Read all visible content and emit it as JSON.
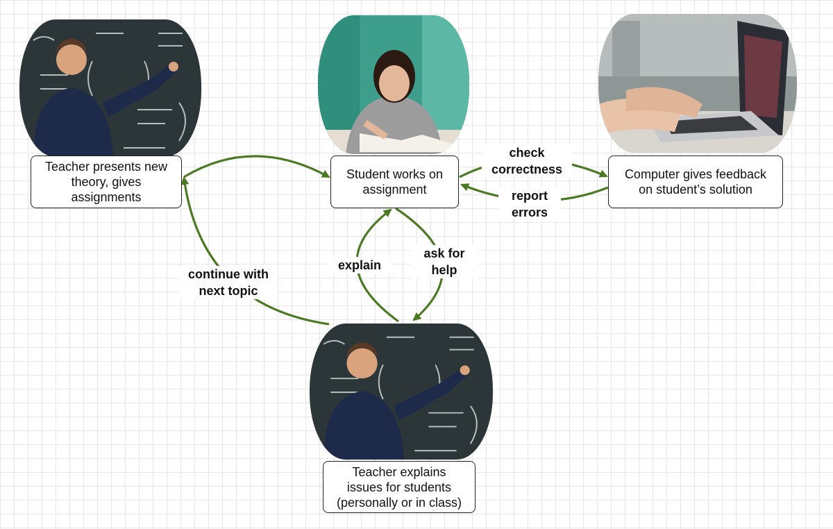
{
  "nodes": {
    "teacher_presents": "Teacher presents new\ntheory, gives\nassignments",
    "student_works": "Student works on\nassignment",
    "computer_feedback": "Computer gives feedback\non student’s  solution",
    "teacher_explains": "Teacher explains\nissues for students\n(personally or in class)"
  },
  "edges": {
    "check_correctness": "check\ncorrectness",
    "report_errors": "report\nerrors",
    "explain": "explain",
    "ask_for_help": "ask for\nhelp",
    "continue_next_topic": "continue with\nnext topic"
  },
  "images": {
    "teacher_top": "teacher at chalkboard photo",
    "student": "student writing photo",
    "laptop": "hands on laptop photo",
    "teacher_bottom": "teacher at chalkboard photo"
  },
  "colors": {
    "arrow": "#4c7a24",
    "chalkboard": "#2c3638"
  }
}
